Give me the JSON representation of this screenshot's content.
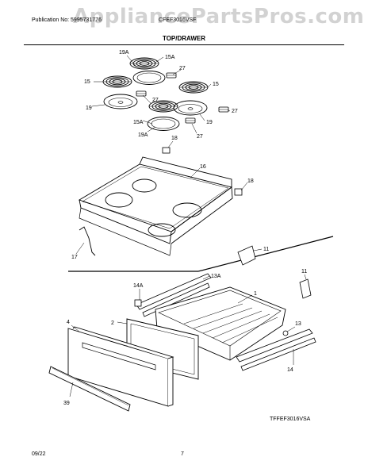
{
  "header": {
    "publication": "Publication No: 5995731776",
    "model": "CFEF3016VSF",
    "watermark": "AppliancePartsPros.com"
  },
  "section_title": "TOP/DRAWER",
  "diagram_code": "TFFEF3016VSA",
  "footer": {
    "date": "09/22",
    "page": "7"
  },
  "labels": {
    "l19a_top": "19A",
    "l15a_top": "15A",
    "l27_a": "27",
    "l15_left": "15",
    "l15_right": "15",
    "l19_left": "19",
    "l27_b": "27",
    "l27_c": "27",
    "l15a_mid": "15A",
    "l19_right": "19",
    "l19a_bot": "19A",
    "l27_d": "27",
    "l18_a": "18",
    "l16": "16",
    "l18_b": "18",
    "l17": "17",
    "l11_a": "11",
    "l11_b": "11",
    "l14a": "14A",
    "l13a": "13A",
    "l1": "1",
    "l4": "4",
    "l2": "2",
    "l13": "13",
    "l14": "14",
    "l39": "39"
  }
}
